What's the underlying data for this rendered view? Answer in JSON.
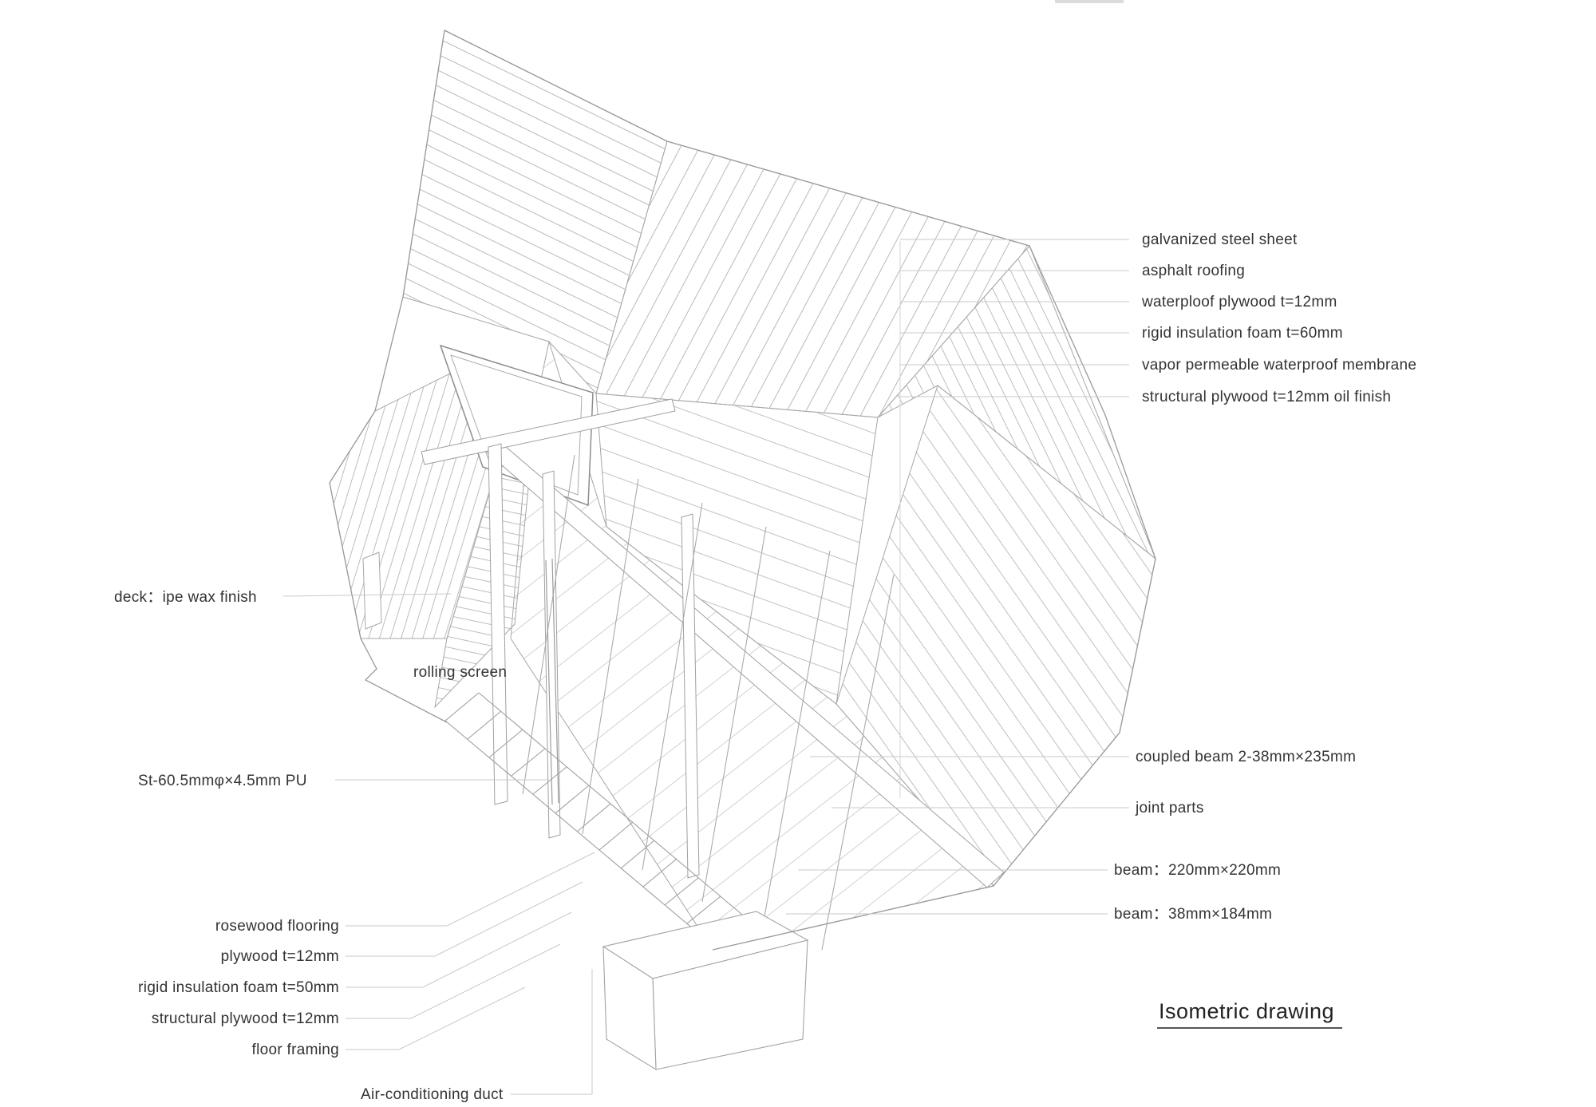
{
  "title": "Isometric drawing",
  "colors": {
    "drawing_line": "#b5b5b5",
    "outline": "#a0a0a0",
    "leader_line": "#c9c9c9",
    "label_text": "#333333"
  },
  "annotations": {
    "roof_layers": [
      "galvanized steel sheet",
      "asphalt roofing",
      "waterploof plywood t=12mm",
      "rigid insulation foam t=60mm",
      "vapor permeable waterproof membrane",
      "structural plywood t=12mm oil finish"
    ],
    "structure_right": {
      "coupled_beam": "coupled beam 2-38mm×235mm",
      "joint_parts": "joint parts",
      "beam_220": "beam：220mm×220mm",
      "beam_38": "beam：38mm×184mm"
    },
    "left_side": {
      "deck": "deck：ipe wax finish",
      "rolling_screen": "rolling screen",
      "steel_pipe": "St-60.5mmφ×4.5mm PU"
    },
    "floor_layers": [
      "rosewood flooring",
      "plywood t=12mm",
      "rigid insulation foam t=50mm",
      "structural plywood t=12mm",
      "floor framing"
    ],
    "duct": "Air-conditioning duct"
  }
}
